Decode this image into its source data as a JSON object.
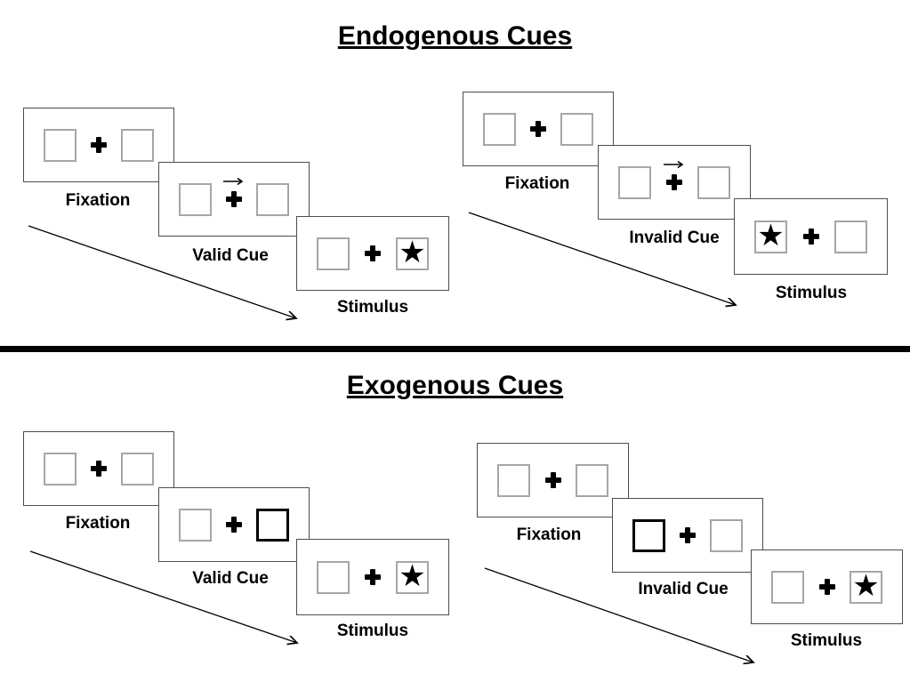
{
  "sections": [
    {
      "title": "Endogenous Cues",
      "groups": [
        {
          "trial_type": "valid",
          "steps": [
            {
              "label": "Fixation",
              "left_box": "empty",
              "right_box": "empty",
              "cue": "none"
            },
            {
              "label": "Valid Cue",
              "left_box": "empty",
              "right_box": "empty",
              "cue": "central-arrow-right"
            },
            {
              "label": "Stimulus",
              "left_box": "empty",
              "right_box": "star",
              "cue": "none"
            }
          ]
        },
        {
          "trial_type": "invalid",
          "steps": [
            {
              "label": "Fixation",
              "left_box": "empty",
              "right_box": "empty",
              "cue": "none"
            },
            {
              "label": "Invalid Cue",
              "left_box": "empty",
              "right_box": "empty",
              "cue": "central-arrow-right"
            },
            {
              "label": "Stimulus",
              "left_box": "star",
              "right_box": "empty",
              "cue": "none"
            }
          ]
        }
      ]
    },
    {
      "title": "Exogenous Cues",
      "groups": [
        {
          "trial_type": "valid",
          "steps": [
            {
              "label": "Fixation",
              "left_box": "empty",
              "right_box": "empty",
              "cue": "none"
            },
            {
              "label": "Valid Cue",
              "left_box": "empty",
              "right_box": "highlighted",
              "cue": "peripheral-highlight-right"
            },
            {
              "label": "Stimulus",
              "left_box": "empty",
              "right_box": "star",
              "cue": "none"
            }
          ]
        },
        {
          "trial_type": "invalid",
          "steps": [
            {
              "label": "Fixation",
              "left_box": "empty",
              "right_box": "empty",
              "cue": "none"
            },
            {
              "label": "Invalid Cue",
              "left_box": "highlighted",
              "right_box": "empty",
              "cue": "peripheral-highlight-left"
            },
            {
              "label": "Stimulus",
              "left_box": "empty",
              "right_box": "star",
              "cue": "none"
            }
          ]
        }
      ]
    }
  ],
  "glyphs": {
    "star": "★"
  },
  "colors": {
    "panel_border": "#4d4d4d",
    "box_border": "#a6a6a6",
    "highlight_border": "#000000",
    "ink": "#000000",
    "background": "#ffffff"
  }
}
